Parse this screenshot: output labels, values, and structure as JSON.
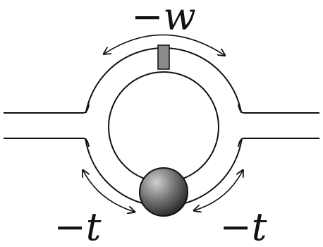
{
  "labels": {
    "top": {
      "sign": "−",
      "var": "w"
    },
    "bottom_left": {
      "sign": "−",
      "var": "t"
    },
    "bottom_right": {
      "sign": "−",
      "var": "t"
    }
  },
  "colors": {
    "stroke": "#111111",
    "background": "#ffffff",
    "tab_fill": "#8a8a8a",
    "ball_light": "#c8c8c8",
    "ball_dark": "#2a2a2a"
  },
  "icons": {
    "arrows": "double-headed-curved-arrow",
    "particle": "shaded-sphere"
  }
}
